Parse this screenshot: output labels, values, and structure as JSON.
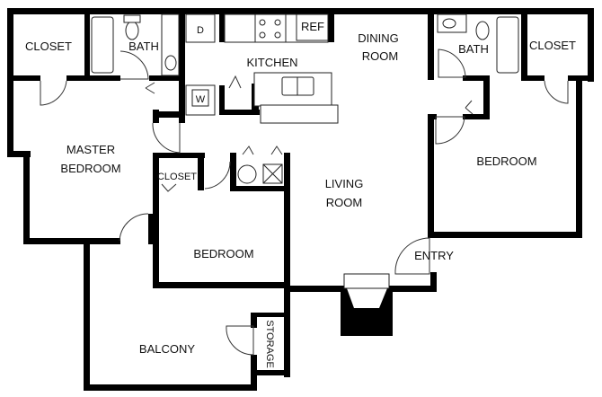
{
  "floor_plan": {
    "rooms": {
      "closet_left": "CLOSET",
      "bath_left": "BATH",
      "kitchen": "KITCHEN",
      "dining_line1": "DINING",
      "dining_line2": "ROOM",
      "bath_right": "BATH",
      "closet_right": "CLOSET",
      "master_line1": "MASTER",
      "master_line2": "BEDROOM",
      "closet_middle": "CLOSET",
      "living_line1": "LIVING",
      "living_line2": "ROOM",
      "bedroom_right": "BEDROOM",
      "bedroom_middle": "BEDROOM",
      "entry": "ENTRY",
      "balcony": "BALCONY",
      "storage": "STORAGE"
    },
    "appliances": {
      "dryer": "D",
      "washer": "W",
      "refrigerator": "REF"
    },
    "colors": {
      "wall": "#000000",
      "background": "#ffffff"
    }
  }
}
